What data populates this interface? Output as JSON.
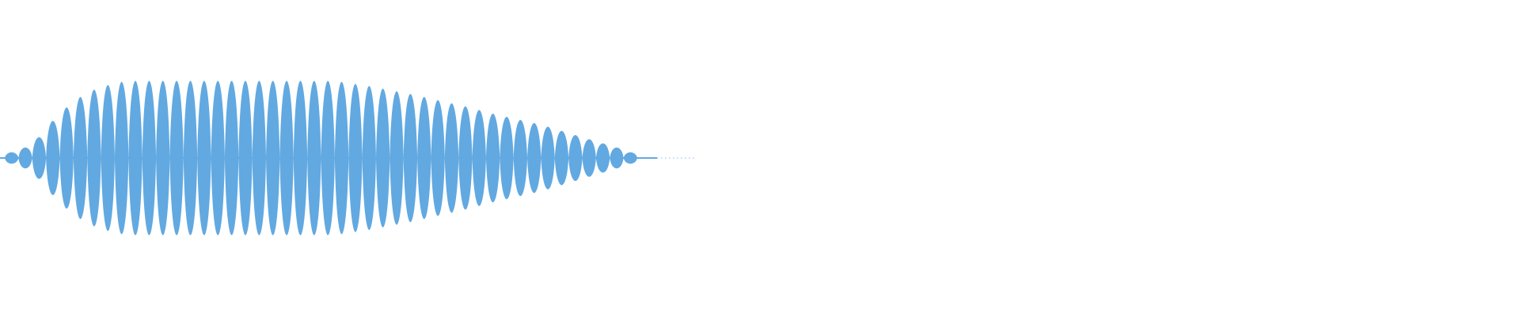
{
  "waveform": {
    "color": "#62a9e1",
    "background": "#ffffff",
    "cycles": 46,
    "envelope": [
      0.03,
      0.08,
      0.12,
      0.28,
      0.43,
      0.54,
      0.63,
      0.68,
      0.72,
      0.74,
      0.74,
      0.74,
      0.74,
      0.74,
      0.74,
      0.74,
      0.74,
      0.74,
      0.74,
      0.74,
      0.74,
      0.74,
      0.74,
      0.74,
      0.74,
      0.72,
      0.7,
      0.68,
      0.65,
      0.63,
      0.6,
      0.57,
      0.54,
      0.51,
      0.48,
      0.44,
      0.41,
      0.38,
      0.35,
      0.32,
      0.28,
      0.24,
      0.2,
      0.16,
      0.12,
      0.08,
      0.03
    ],
    "tail_dots": 12
  }
}
